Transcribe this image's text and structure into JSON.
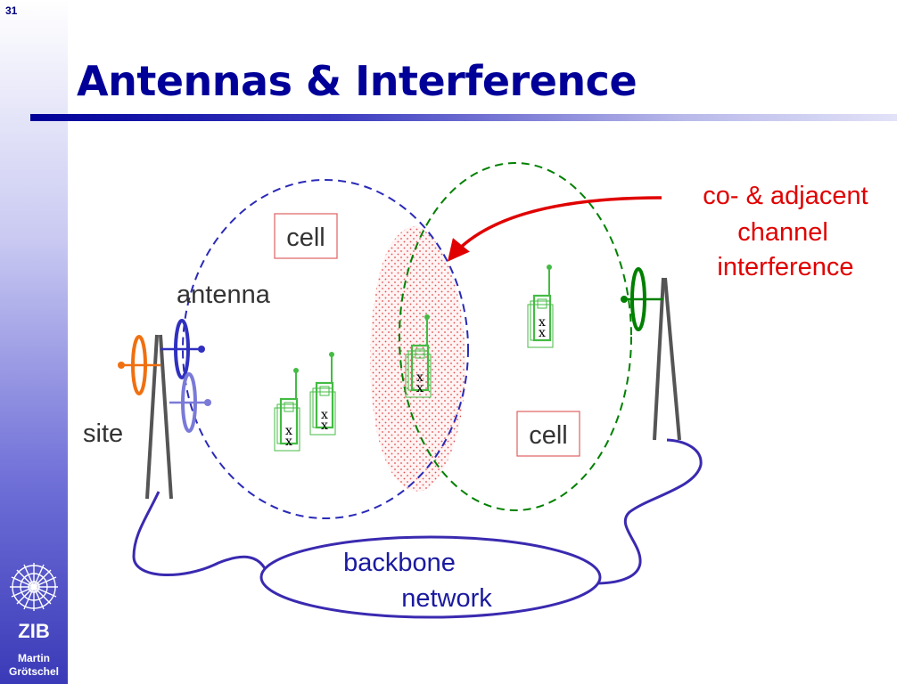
{
  "slide": {
    "number": "31",
    "title": "Antennas & Interference"
  },
  "sidebar": {
    "author_line1": "Martin",
    "author_line2": "Grötschel",
    "logo_text": "ZIB"
  },
  "diagram": {
    "cell_label_left": "cell",
    "cell_label_right": "cell",
    "antenna_label": "antenna",
    "site_label": "site",
    "interference_line1": "co- & adjacent",
    "interference_line2": "channel",
    "interference_line3": "interference",
    "backbone_line1": "backbone",
    "backbone_line2": "network",
    "phone_mark": "x"
  },
  "colors": {
    "title_blue": "#000099",
    "left_cell": "#2a2ab8",
    "right_cell": "#008000",
    "interference_red": "#e00000",
    "phone_green": "#44bb44",
    "orange_antenna": "#f07010",
    "blue_antenna": "#3030c0",
    "lavender_antenna": "#7a7ad8",
    "green_antenna": "#008000",
    "tower_gray": "#555555",
    "backbone_purple": "#3a2ab0"
  }
}
